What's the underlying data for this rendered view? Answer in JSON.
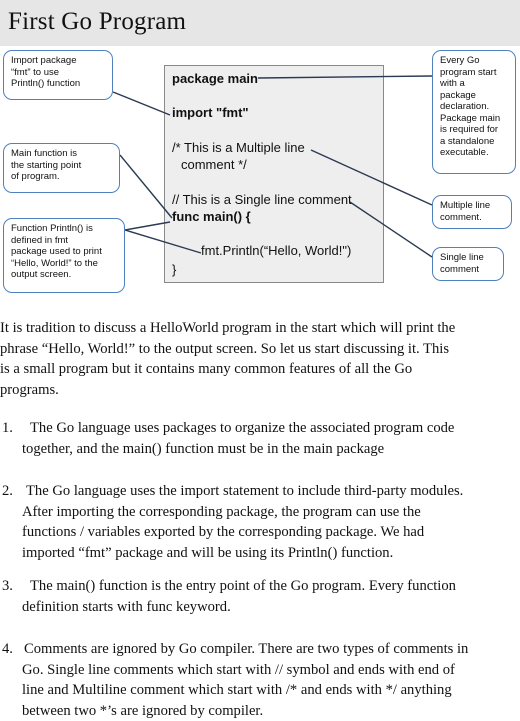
{
  "title": "First Go Program",
  "code": {
    "line1": "package main",
    "line2": "import \"fmt\"",
    "line3": "/* This is a Multiple line",
    "line4": "comment */",
    "line5": "// This is a Single line comment",
    "line6": "func main() {",
    "line7": "fmt.Println(“Hello, World!\")",
    "line8": "}"
  },
  "callouts": {
    "import": [
      "Import package",
      "“fmt” to use",
      "Println() function"
    ],
    "main": [
      "Main function is",
      "the starting point",
      "of program."
    ],
    "println": [
      "Function Println() is",
      "defined in fmt",
      "package used to print",
      "“Hello, World!” to the",
      "output screen."
    ],
    "package": [
      "Every Go",
      "program start",
      "with a",
      "package",
      "declaration.",
      "Package main",
      "is required for",
      "a standalone",
      "executable."
    ],
    "multi": [
      "Multiple line",
      "comment."
    ],
    "single": [
      "Single line",
      "comment"
    ]
  },
  "intro": [
    "It is tradition to discuss a HelloWorld program in the start which will print the",
    "phrase “Hello, World!” to the output screen. So let us start discussing it. This",
    "is a small program but it contains many common features of all the Go",
    "programs."
  ],
  "items": [
    {
      "num": "1.",
      "lines": [
        "The Go language uses packages to organize the associated program code",
        "together, and the main() function must be in the main package"
      ]
    },
    {
      "num": "2.",
      "lines": [
        "The Go language uses the import statement to include third-party modules.",
        "After importing the corresponding package, the program can use the",
        "functions / variables exported by the corresponding package. We had",
        "imported “fmt” package and will be using its Println() function."
      ]
    },
    {
      "num": "3.",
      "lines": [
        "The main() function is the entry point of the Go program. Every function",
        "definition starts with func keyword."
      ]
    },
    {
      "num": "4.",
      "lines": [
        "Comments are ignored by Go compiler. There are two types of comments in",
        "Go. Single line comments which start with // symbol and ends with end of",
        "line and Multiline comment which start with /* and ends with */ anything",
        "between two *’s are ignored by compiler."
      ]
    }
  ]
}
